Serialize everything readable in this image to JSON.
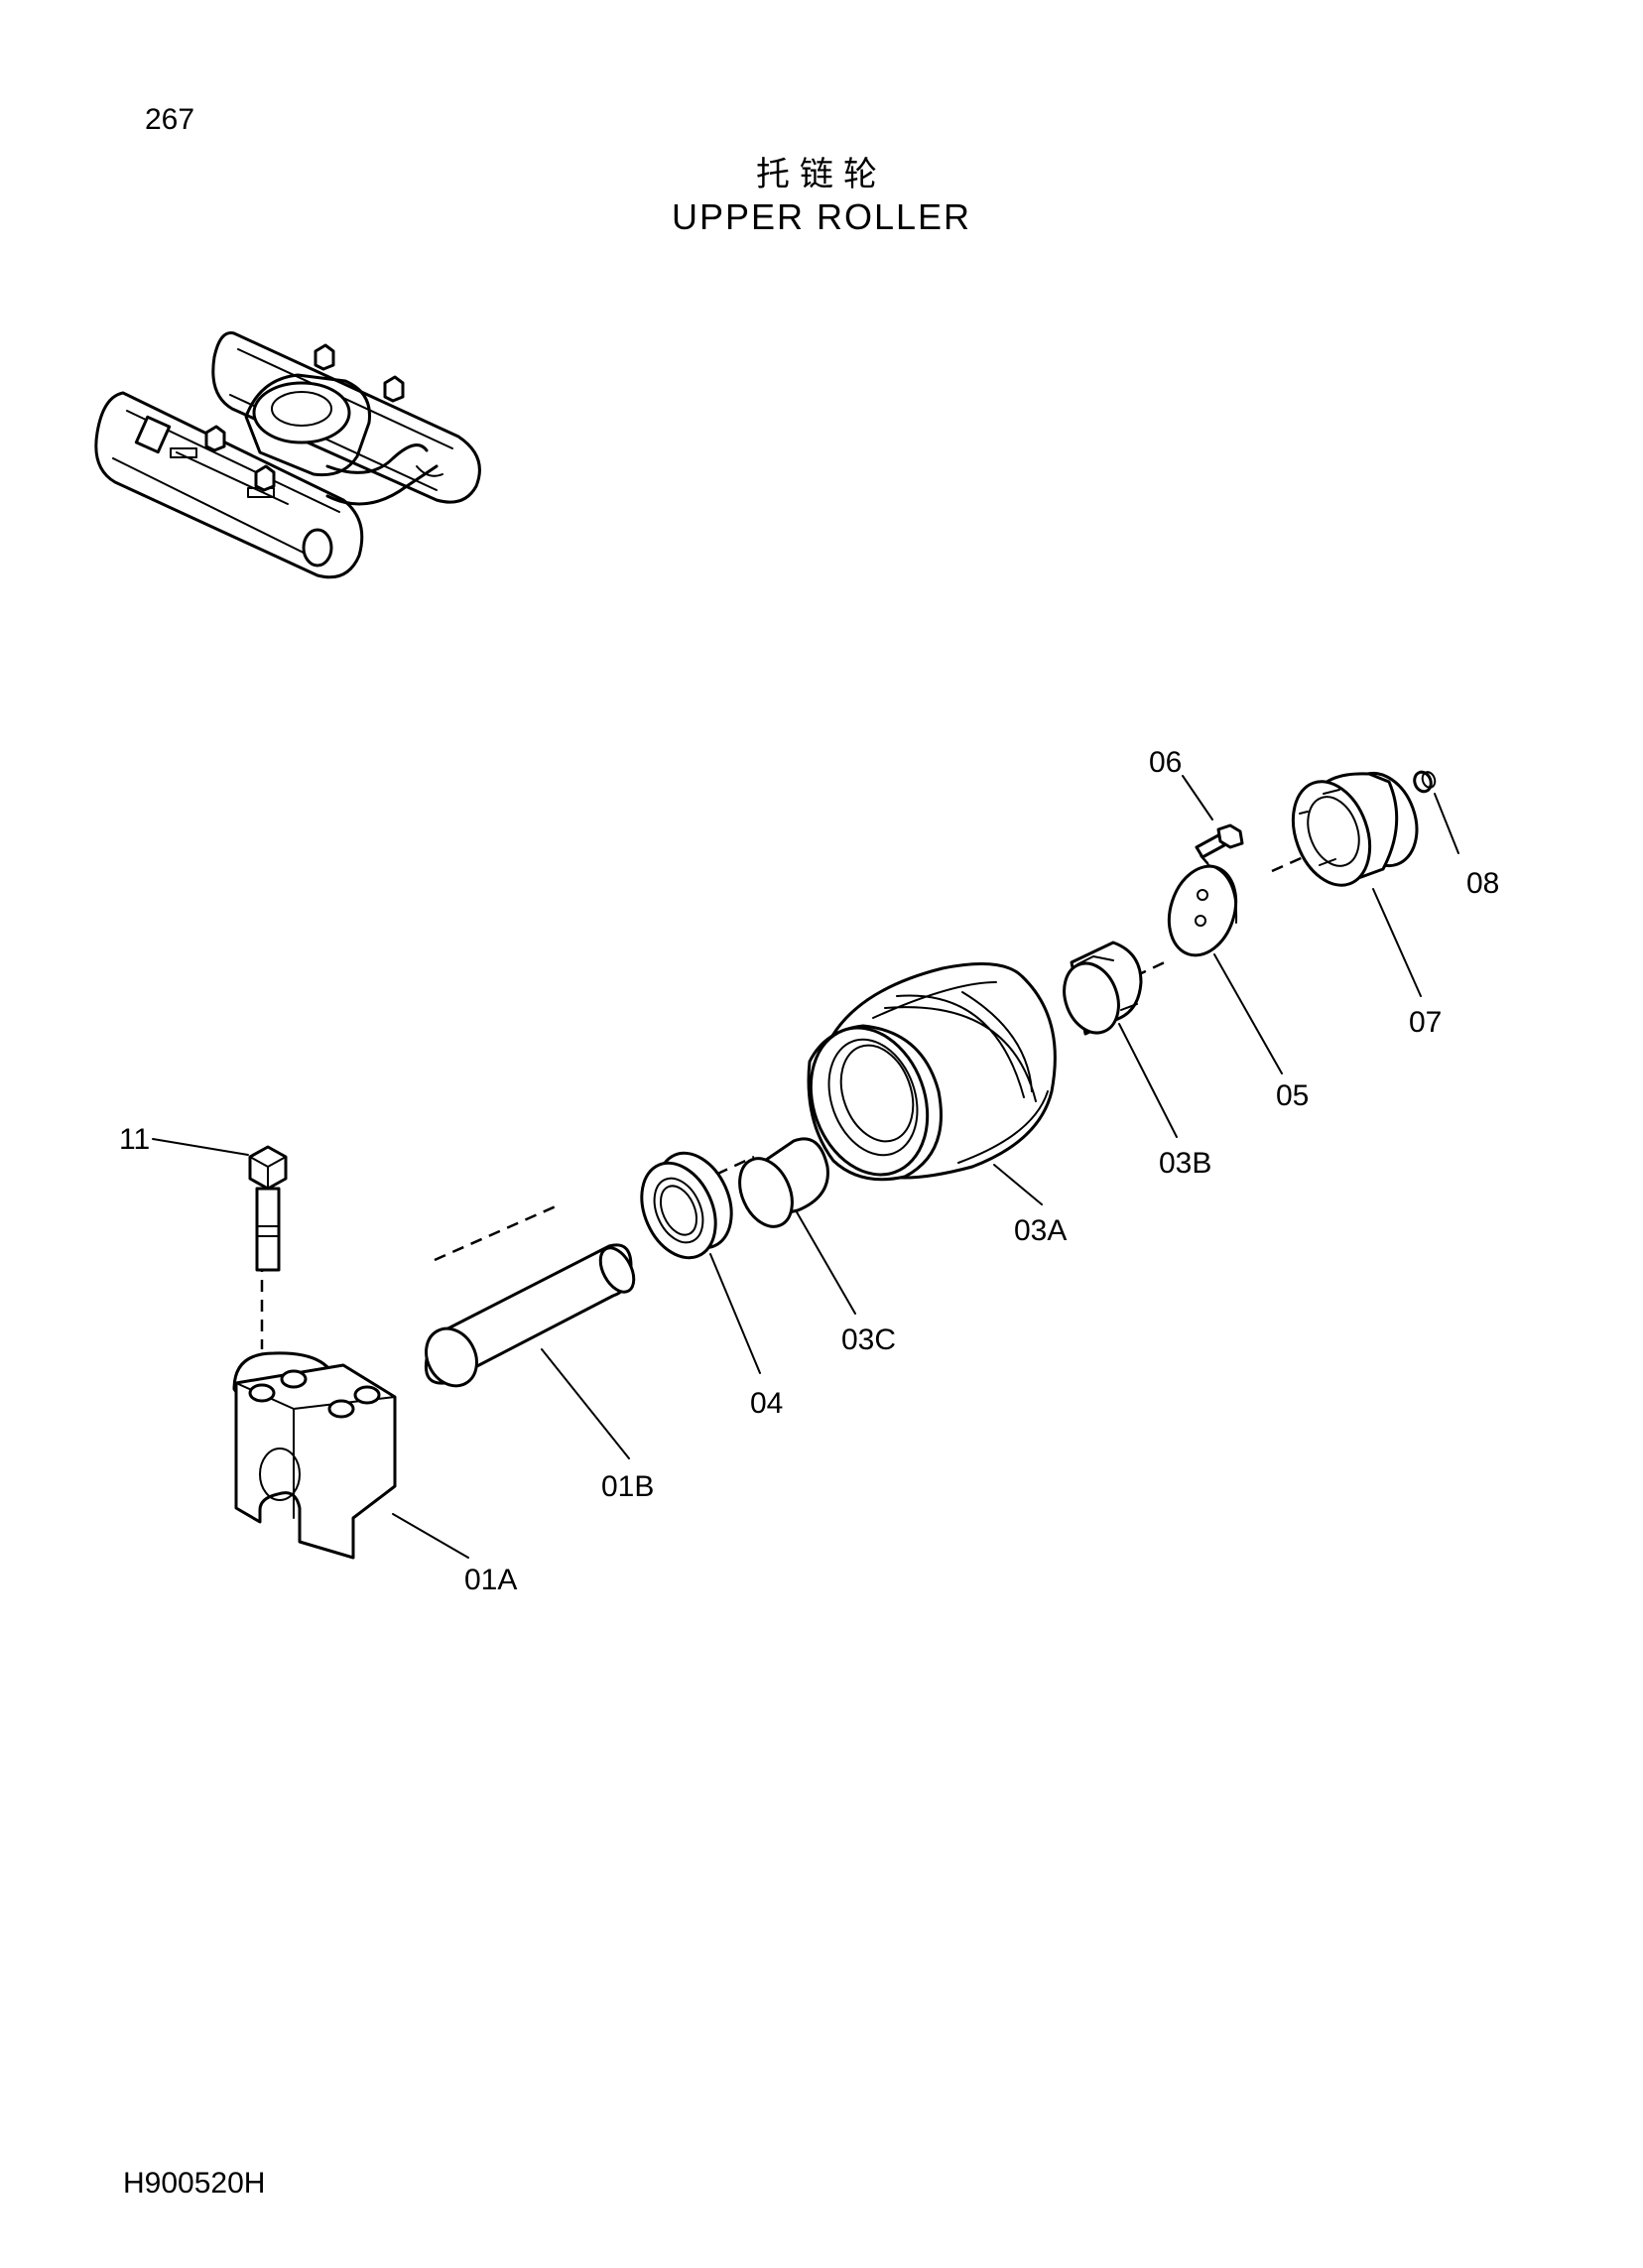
{
  "header": {
    "page_number": "267",
    "title_cn": "托链轮",
    "title_en": "UPPER ROLLER"
  },
  "footer": {
    "doc_code": "H900520H"
  },
  "callouts": {
    "p06": "06",
    "p08": "08",
    "p07": "07",
    "p05": "05",
    "p03B": "03B",
    "p03A": "03A",
    "p11": "11",
    "p03C": "03C",
    "p04": "04",
    "p01B": "01B",
    "p01A": "01A"
  }
}
